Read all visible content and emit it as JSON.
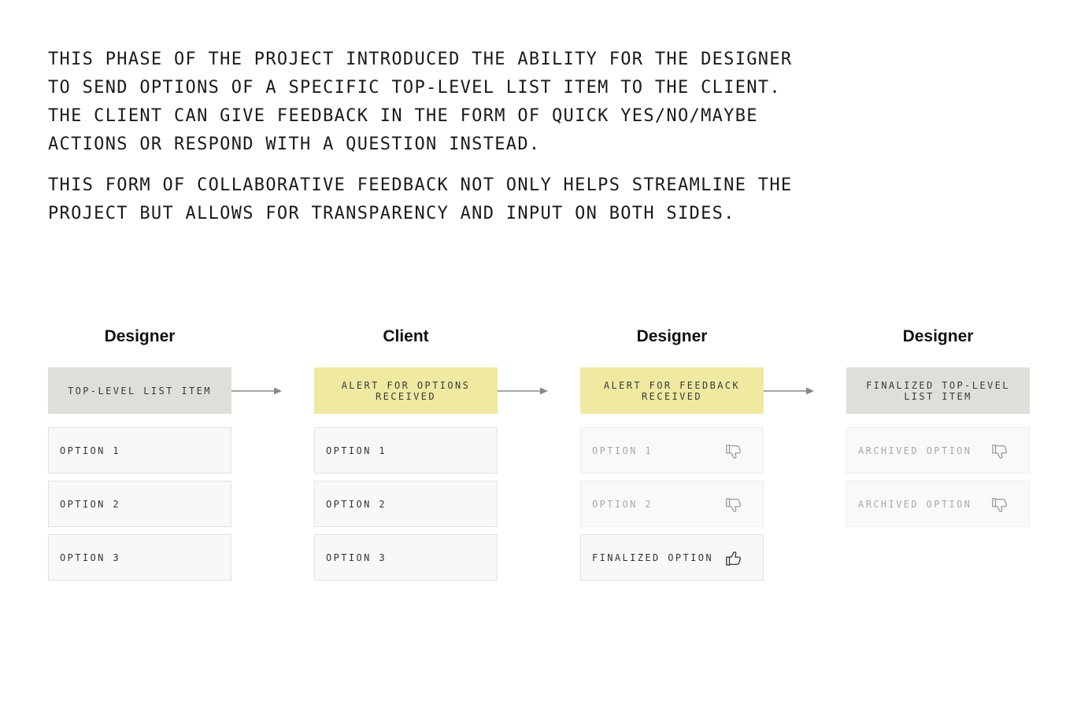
{
  "intro": {
    "paragraph_1": "This phase of the project introduced the ability for the designer\nto send options of a specific top-level list item to the client.\nThe client can give feedback in the form of quick yes/no/maybe\nactions or respond with a question instead.",
    "paragraph_2": "This form of collaborative feedback not only helps streamline the\nproject but allows for transparency and input on both sides."
  },
  "colors": {
    "gray_header": "#dddfd8",
    "yellow_header": "#efe9a1",
    "arrow": "#888888"
  },
  "columns": [
    {
      "title": "Designer",
      "header": "Top-level list item",
      "header_style": "gray",
      "options": [
        {
          "label": "Option 1"
        },
        {
          "label": "Option 2"
        },
        {
          "label": "Option 3"
        }
      ]
    },
    {
      "title": "Client",
      "header": "Alert for options received",
      "header_style": "yellow",
      "options": [
        {
          "label": "Option 1"
        },
        {
          "label": "Option 2"
        },
        {
          "label": "Option 3"
        }
      ]
    },
    {
      "title": "Designer",
      "header": "Alert for feedback received",
      "header_style": "yellow",
      "options": [
        {
          "label": "Option 1",
          "icon": "thumbs-down-icon"
        },
        {
          "label": "Option 2",
          "icon": "thumbs-down-icon"
        },
        {
          "label": "Finalized option",
          "icon": "thumbs-up-icon"
        }
      ]
    },
    {
      "title": "Designer",
      "header": "Finalized top-level list item",
      "header_style": "gray",
      "options": [
        {
          "label": "Archived option",
          "icon": "thumbs-down-icon"
        },
        {
          "label": "Archived option",
          "icon": "thumbs-down-icon"
        }
      ]
    }
  ]
}
